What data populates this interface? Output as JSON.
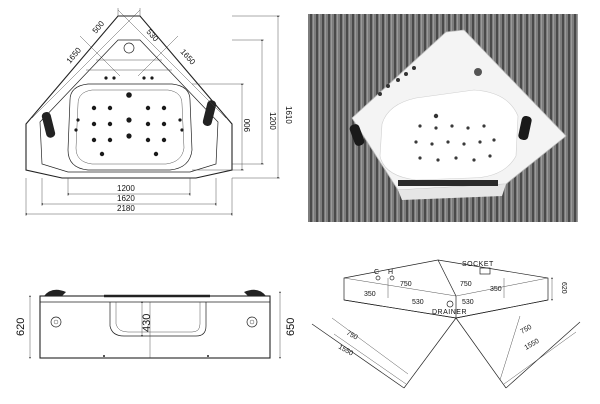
{
  "top_view": {
    "dims": {
      "d1650_left": "1650",
      "d500": "500",
      "d530": "530",
      "d1650_right": "1650",
      "d1200_right": "1200",
      "d1610": "1610",
      "d900": "900",
      "d1200_bottom": "1200",
      "d1620": "1620",
      "d2180": "2180"
    }
  },
  "side_view": {
    "dims": {
      "d620": "620",
      "d430": "430",
      "d650": "650"
    }
  },
  "install_view": {
    "dims": {
      "d750_a": "750",
      "d750_b": "750",
      "d350_l": "350",
      "d350_r": "350",
      "d530_l": "530",
      "d530_r": "530",
      "d620": "620",
      "d750_left": "750",
      "d1550_left": "1550",
      "d750_right": "750",
      "d1550_right": "1550"
    },
    "labels": {
      "c": "C",
      "h": "H",
      "socket": "SOCKET",
      "drainer": "DRAINER"
    }
  },
  "colors": {
    "line": "#222222",
    "photo_bg": "#5a5a5a",
    "tub": "#f4f4f4"
  }
}
